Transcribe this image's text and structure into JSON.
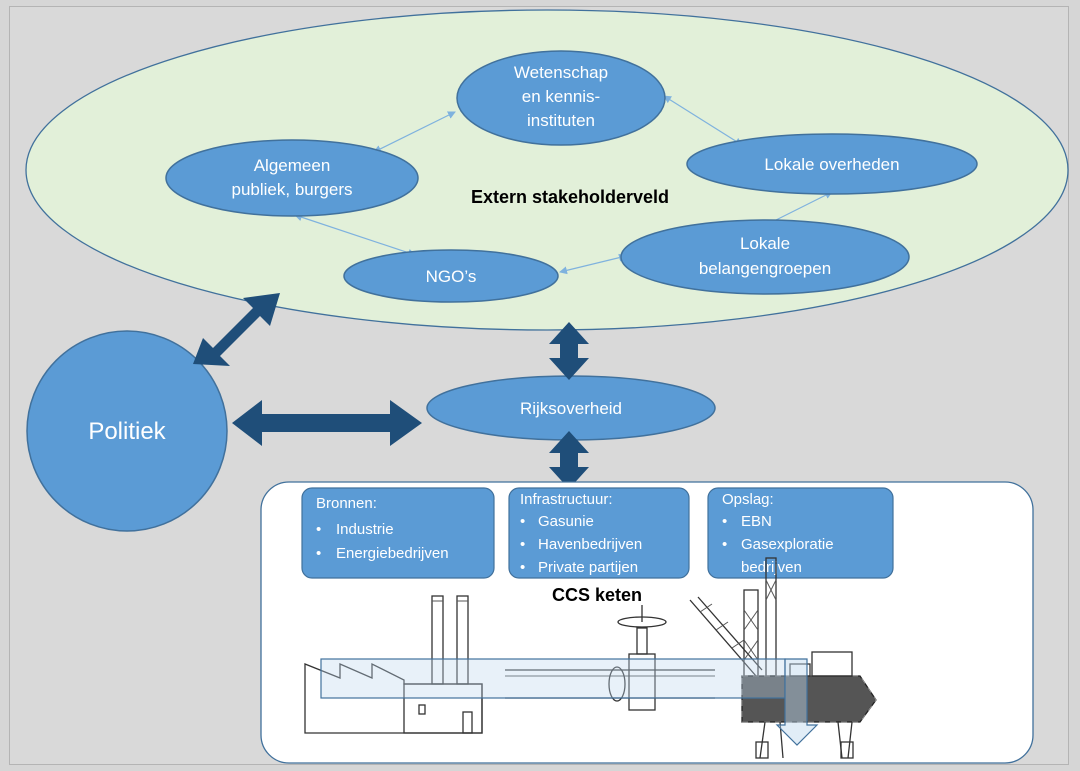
{
  "external_field": {
    "title": "Extern stakeholderveld",
    "nodes": {
      "wetenschap": [
        "Wetenschap",
        "en kennis-",
        "instituten"
      ],
      "publiek": [
        "Algemeen",
        "publiek, burgers"
      ],
      "lokale_overheden": [
        "Lokale overheden"
      ],
      "ngo": [
        "NGO’s"
      ],
      "belangengroepen": [
        "Lokale",
        "belangengroepen"
      ]
    }
  },
  "politiek": "Politiek",
  "rijksoverheid": "Rijksoverheid",
  "ccs_chain": {
    "title": "CCS keten",
    "boxes": [
      {
        "heading": "Bronnen:",
        "items": [
          "Industrie",
          "Energiebedrijven"
        ]
      },
      {
        "heading": "Infrastructuur:",
        "items": [
          "Gasunie",
          "Havenbedrijven",
          "Private partijen"
        ]
      },
      {
        "heading": "Opslag:",
        "items": [
          "EBN",
          "Gasexploratie",
          "bedrijven"
        ]
      }
    ]
  },
  "colors": {
    "node_fill": "#5b9bd5",
    "node_stroke": "#41719c",
    "field_fill": "#e2f0d9",
    "arrow_dark": "#1f4e79",
    "connector": "#7fb2de",
    "background": "#d9d9d9"
  }
}
